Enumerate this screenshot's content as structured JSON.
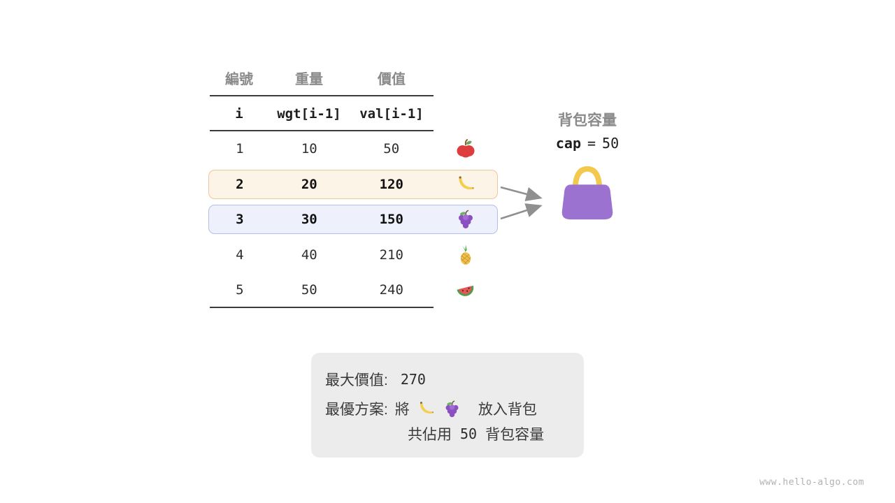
{
  "page": {
    "watermark": "www.hello-algo.com"
  },
  "table": {
    "col_headers": [
      "編號",
      "重量",
      "價值"
    ],
    "index_header": "i",
    "weight_header": "wgt[i-1]",
    "value_header": "val[i-1]",
    "rows": [
      {
        "index": "1",
        "weight": "10",
        "value": "50",
        "icon": "apple",
        "highlight": "none"
      },
      {
        "index": "2",
        "weight": "20",
        "value": "120",
        "icon": "banana",
        "highlight": "orange"
      },
      {
        "index": "3",
        "weight": "30",
        "value": "150",
        "icon": "grapes",
        "highlight": "blue"
      },
      {
        "index": "4",
        "weight": "40",
        "value": "210",
        "icon": "pineapple",
        "highlight": "none"
      },
      {
        "index": "5",
        "weight": "50",
        "value": "240",
        "icon": "watermelon",
        "highlight": "none"
      }
    ]
  },
  "knapsack": {
    "title": "背包容量",
    "cap_keyword": "cap",
    "equals": "=",
    "capacity": "50",
    "bag_icon": "handbag"
  },
  "result": {
    "max_value_label": "最大價值:",
    "max_value": "270",
    "plan_label": "最優方案:",
    "plan_prefix": "將",
    "plan_icons": [
      "banana",
      "grapes"
    ],
    "plan_suffix": "放入背包",
    "usage_prefix": "共佔用",
    "usage_value": "50",
    "usage_suffix": "背包容量"
  },
  "colors": {
    "highlight_orange_bg": "#fdf4e8",
    "highlight_orange_border": "#f2c59b",
    "highlight_blue_bg": "#eef1fb",
    "highlight_blue_border": "#b3bfe8",
    "header_gray": "#8a8a8a",
    "arrow_gray": "#909090",
    "bag_body": "#9b72cf",
    "bag_handle": "#f2c94c",
    "result_bg": "#ececec"
  }
}
